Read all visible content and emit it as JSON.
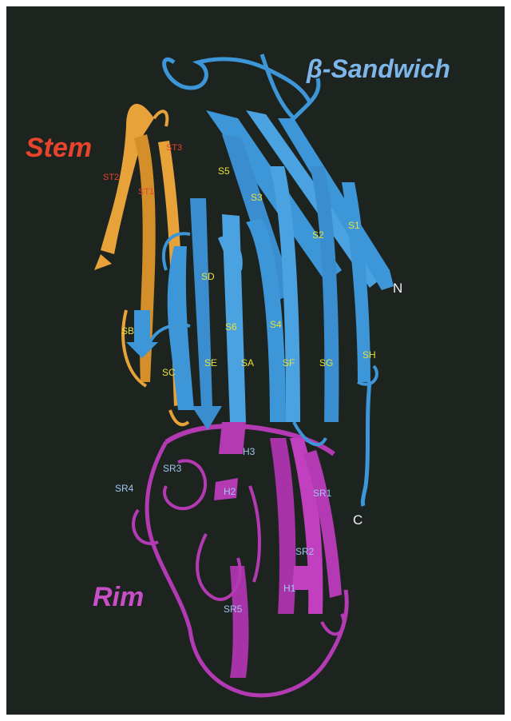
{
  "colors": {
    "background": "#1d2420",
    "sandwich": "#3c96d8",
    "stem": "#e8a23a",
    "rim": "#b43ab4",
    "sandwich_label": "#7fb6ea",
    "stem_label": "#e8442c",
    "rim_label": "#c84fc8"
  },
  "domains": {
    "sandwich": "β-Sandwich",
    "stem": "Stem",
    "rim": "Rim"
  },
  "termini": {
    "n": "N",
    "c": "C"
  },
  "sandwich_strands": [
    "S1",
    "S2",
    "S3",
    "S4",
    "S5",
    "S6",
    "SA",
    "SB",
    "SC",
    "SD",
    "SE",
    "SF",
    "SG",
    "SH"
  ],
  "stem_strands": [
    "ST1",
    "ST2",
    "ST3"
  ],
  "rim_elements": [
    "SR1",
    "SR2",
    "SR3",
    "SR4",
    "SR5",
    "H1",
    "H2",
    "H3"
  ]
}
